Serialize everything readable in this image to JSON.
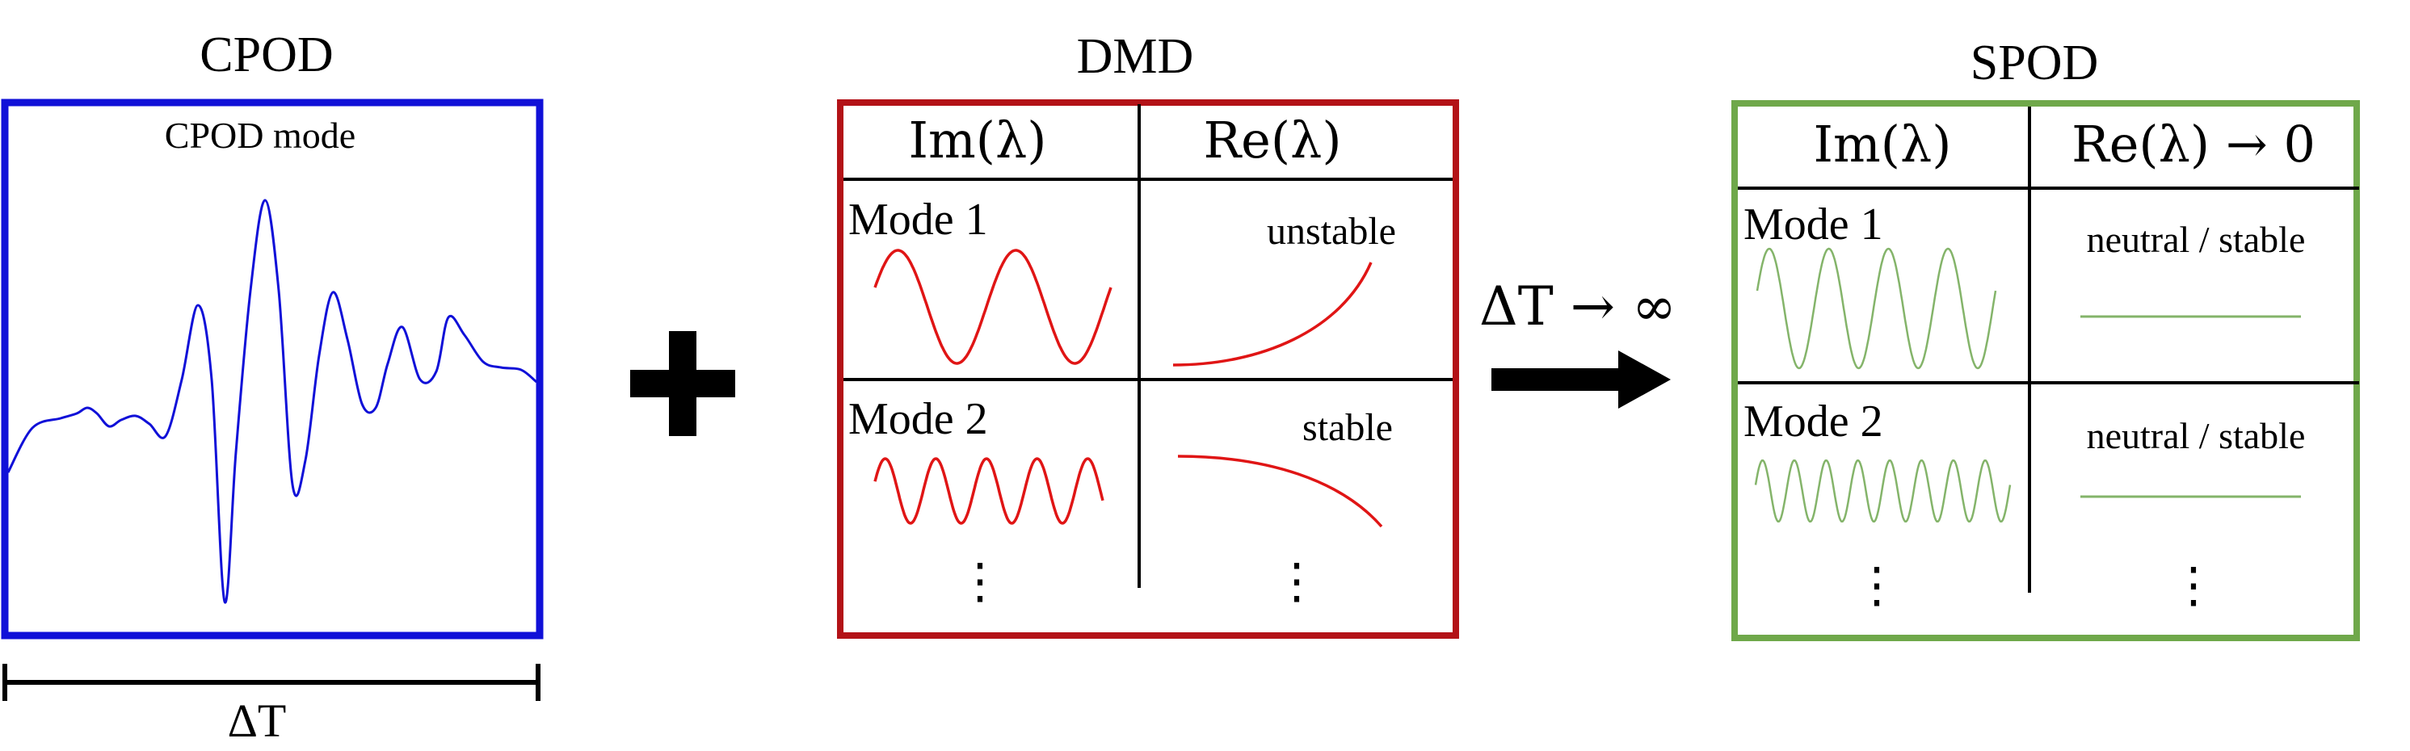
{
  "colors": {
    "cpod": "#1010d8",
    "dmd": "#b31217",
    "dmd_curve": "#e01515",
    "spod": "#6fa84a",
    "spod_curve": "#84b46a",
    "ink": "#000000"
  },
  "cpod": {
    "title": "CPOD",
    "mode_label": "CPOD mode",
    "interval_label": "ΔT"
  },
  "plus_symbol": "+",
  "dmd": {
    "title": "DMD",
    "col_im": "Im(λ)",
    "col_re": "Re(λ)",
    "rows": [
      {
        "mode_label": "Mode 1",
        "stability": "unstable"
      },
      {
        "mode_label": "Mode 2",
        "stability": "stable"
      }
    ],
    "ellipsis": "⋮"
  },
  "transition": {
    "label": "ΔT → ∞",
    "arrow_icon": "right-arrow-icon"
  },
  "spod": {
    "title": "SPOD",
    "col_im": "Im(λ)",
    "col_re": "Re(λ) → 0",
    "rows": [
      {
        "mode_label": "Mode 1",
        "stability": "neutral / stable"
      },
      {
        "mode_label": "Mode 2",
        "stability": "neutral / stable"
      }
    ],
    "ellipsis": "⋮"
  }
}
